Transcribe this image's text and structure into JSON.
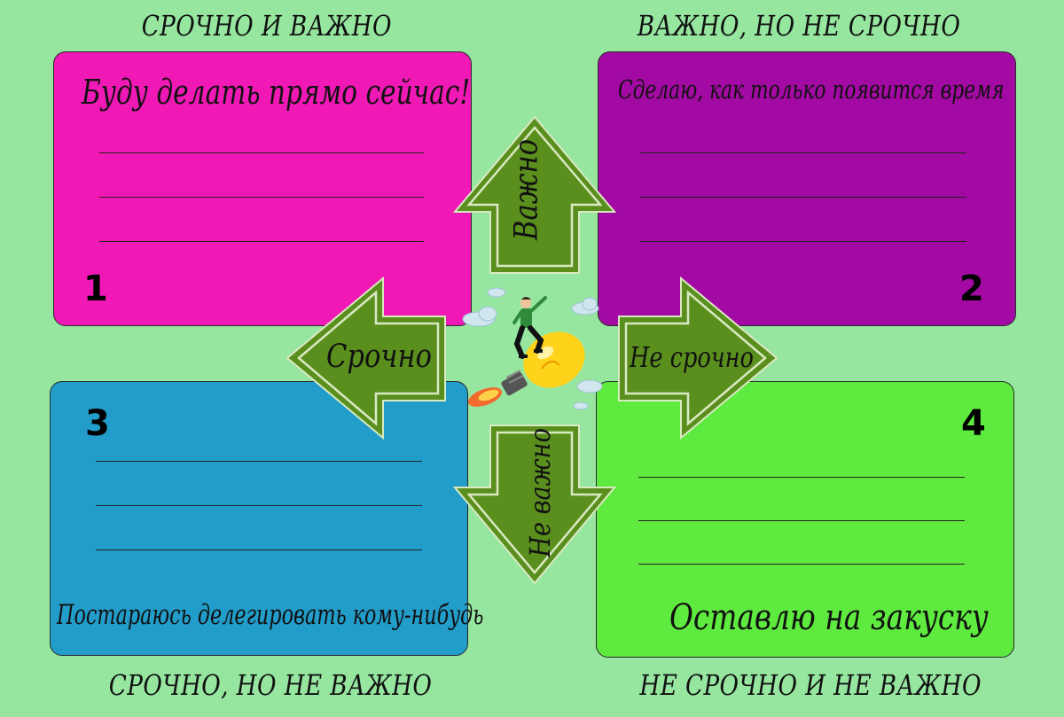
{
  "headings": {
    "top_left": "СРОЧНО И ВАЖНО",
    "top_right": "ВАЖНО, НО НЕ СРОЧНО",
    "bottom_left": "СРОЧНО, НО НЕ ВАЖНО",
    "bottom_right": "НЕ СРОЧНО И НЕ  ВАЖНО"
  },
  "quadrants": [
    {
      "number": "1",
      "text": "Буду делать прямо сейчас!",
      "color": "#f019b5"
    },
    {
      "number": "2",
      "text": "Сделаю, как только появится время",
      "color": "#a30aa3"
    },
    {
      "number": "3",
      "text": "Постараюсь делегировать кому-нибудь",
      "color": "#229dca"
    },
    {
      "number": "4",
      "text": "Оставлю на закуску",
      "color": "#5eea3e"
    }
  ],
  "arrows": {
    "up": "Важно",
    "left": "Срочно",
    "right": "Не срочно",
    "down": "Не важно",
    "color": "#5a8f1e"
  },
  "center_icon": "man-on-rocket-lightbulb-icon"
}
